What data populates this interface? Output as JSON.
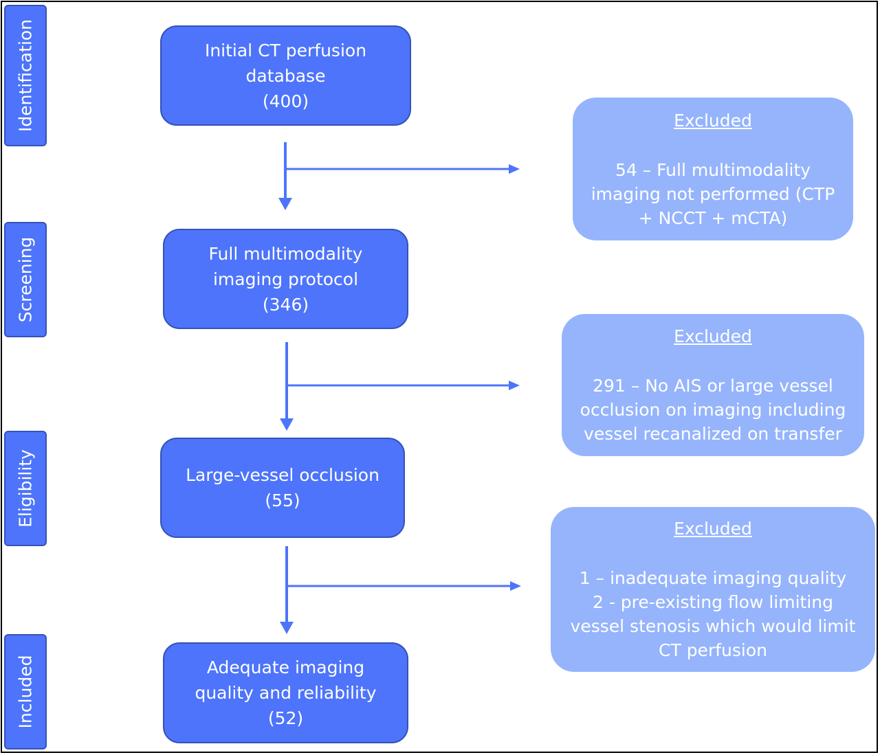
{
  "stages": [
    {
      "id": "identification",
      "label": "Identification"
    },
    {
      "id": "screening",
      "label": "Screening"
    },
    {
      "id": "eligibility",
      "label": "Eligibility"
    },
    {
      "id": "included",
      "label": "Included"
    }
  ],
  "boxes": [
    {
      "id": "initial-database",
      "line1": "Initial CT perfusion",
      "line2": "database",
      "count": "(400)"
    },
    {
      "id": "full-protocol",
      "line1": "Full multimodality",
      "line2": "imaging protocol",
      "count": "(346)"
    },
    {
      "id": "large-vessel",
      "line1": "Large-vessel occlusion",
      "count": "(55)"
    },
    {
      "id": "adequate-quality",
      "line1": "Adequate imaging",
      "line2": "quality and reliability",
      "count": "(52)"
    }
  ],
  "exclusions": [
    {
      "id": "excluded-1",
      "title": "Excluded",
      "body": "54 – Full multimodality\nimaging not performed (CTP\n+ NCCT + mCTA)"
    },
    {
      "id": "excluded-2",
      "title": "Excluded",
      "body": "291 – No AIS or large vessel\nocclusion on imaging including\nvessel recanalized on transfer"
    },
    {
      "id": "excluded-3",
      "title": "Excluded",
      "body": "1 – inadequate imaging quality\n2 - pre-existing flow limiting\nvessel stenosis which would limit\nCT perfusion"
    }
  ],
  "colors": {
    "main_box": "#4d74fa",
    "main_border": "#3552b8",
    "exclusion_box": "#95b4fc",
    "arrow": "#4d74fa",
    "text": "#ffffff"
  }
}
